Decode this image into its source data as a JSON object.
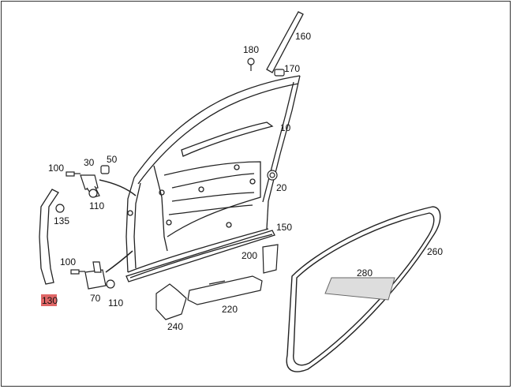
{
  "diagram": {
    "highlight_color": "#e06666",
    "highlighted_part": "130",
    "callouts": {
      "p10": "10",
      "p20": "20",
      "p30": "30",
      "p50": "50",
      "p70": "70",
      "p100a": "100",
      "p100b": "100",
      "p110a": "110",
      "p110b": "110",
      "p130": "130",
      "p135": "135",
      "p150": "150",
      "p160": "160",
      "p170": "170",
      "p180": "180",
      "p200": "200",
      "p220": "220",
      "p240": "240",
      "p260": "260",
      "p280": "280"
    }
  }
}
